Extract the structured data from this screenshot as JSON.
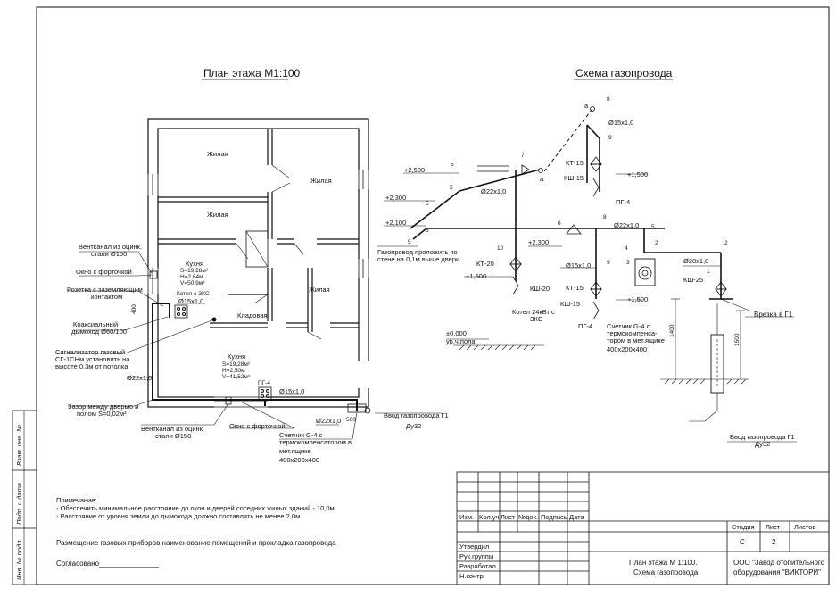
{
  "titles": {
    "floor_plan": "План этажа М1:100",
    "gas_scheme": "Схема газопровода"
  },
  "plan": {
    "rooms": {
      "living1": "Жилая",
      "living2": "Жилая",
      "living3": "Жилая",
      "living4": "Жилая",
      "pantry": "Кладовая",
      "kitchen1": [
        "Кухня",
        "S=19,28м²",
        "H=2,64м",
        "V=50,9м³"
      ],
      "kitchen2": [
        "Кухня",
        "S=19,28м²",
        "H=2,50м",
        "V=41,52м³"
      ]
    },
    "callouts": {
      "vent_top": [
        "Вентканал из оцинк.",
        "стали Ø150"
      ],
      "window_top": "Окно с форточкой",
      "socket": [
        "Розетка с заземляющим",
        "контактом"
      ],
      "coax": [
        "Коаксиальный",
        "дымоход Ø60/100"
      ],
      "signal": [
        "Сигнализатор газовый",
        "СГ-1СНм установить на",
        "высоте 0,3м от потолка"
      ],
      "pipe22": "Ø22х1,0",
      "gap": [
        "Зазор между дверью и",
        "полом S=0,02м²"
      ],
      "vent_bottom": [
        "Вентканал из оцинк.",
        "стали Ø150"
      ],
      "window_bottom": "Окно с форточкой",
      "meter": [
        "Счетчик G-4 с",
        "термокомпенсатором в",
        "мет.ящике",
        "400х200х400"
      ],
      "pipe22b": "Ø22х1,0",
      "inlet": [
        "Ввод газопровода Г1",
        "Ду32"
      ],
      "boiler_label": "Котел с ЗКС",
      "pipe15_top": "Ø15х1,0",
      "pipe15_bottom": "Ø15х1,0",
      "pg4": "ПГ-4",
      "dim400": "400",
      "dim500": "500"
    }
  },
  "scheme": {
    "labels": {
      "a1": "а",
      "a2": "а",
      "p15_top": "Ø15х1,0",
      "kt15_top": "КТ-15",
      "ksh15_top": "КШ-15",
      "pg4_top": "ПГ-4",
      "lvl1500_top": "+1,500",
      "lvl2500": "+2,500",
      "lvl2300a": "+2,300",
      "lvl2100": "+2,100",
      "lvl2300b": "+2,300",
      "p22_top": "Ø22х1,0",
      "p22_right": "Ø22х1,0",
      "wall_note": [
        "Газопровод проложить по",
        "стене на 0,1м выше двери"
      ],
      "kt20": "КТ-20",
      "lvl1500_left": "+1,500",
      "ksh20": "КШ-20",
      "boiler": [
        "Котел 24кВт с",
        "ЗКС"
      ],
      "p15_mid": "Ø15х1,0",
      "kt15_mid": "КТ-15",
      "ksh15_mid": "КШ-15",
      "lvl1500_mid": "+1,500",
      "pg4_mid": "ПГ-4",
      "meter": [
        "Счетчик G-4 с",
        "термокомпенса-",
        "тором в мет.ящике",
        "400х200х400"
      ],
      "p28": "Ø28х1,0",
      "ksh25": "КШ-25",
      "tap": "Врезка в Г1",
      "zero": "±0,000",
      "floor_level": "ур.ч.пола",
      "inlet": [
        "Ввод газопровода Г1",
        "Ду32"
      ],
      "dim1400": "1400",
      "dim1500": "1500"
    },
    "nodes": [
      "8",
      "9",
      "5",
      "7",
      "5",
      "5",
      "5",
      "5",
      "6",
      "8",
      "10",
      "9",
      "4",
      "3",
      "5",
      "2",
      "2",
      "1"
    ]
  },
  "notes": {
    "heading": "Примечание:",
    "lines": [
      "- Обеспечить минимальное расстояние до окон и дверей соседних жилых зданий - 10,0м",
      "- Расстояние от уровня земли до дымохода должно составлять не менее 2,0м"
    ],
    "placement": "Размещение газовых приборов наименование помещений и прокладка газопровода",
    "approved": "Согласовано_______________"
  },
  "side_stamp": [
    "Инв. № подл.",
    "Подп. и дата",
    "Взам. инв. №"
  ],
  "title_block": {
    "cols": [
      "Изм.",
      "Кол.уч",
      "Лист",
      "№док.",
      "Подпись",
      "Дата"
    ],
    "roles": [
      "Утвердил",
      "Рук.группы",
      "Разработал",
      "Н.контр."
    ],
    "stage_header": "Стадия",
    "sheet_header": "Лист",
    "sheets_header": "Листов",
    "stage": "С",
    "sheet": "2",
    "sheets": "",
    "drawing": [
      "План этажа М 1:100.",
      "Схема газопровода"
    ],
    "company": [
      "ООО \"Завод отопительного",
      "оборудования \"ВИКТОРИ\""
    ]
  }
}
